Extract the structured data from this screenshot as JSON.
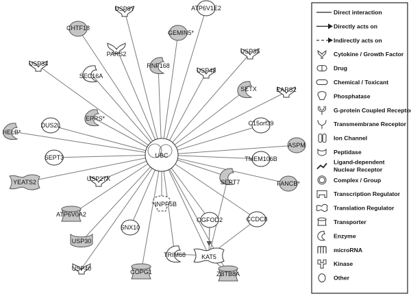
{
  "center": {
    "id": "UBC",
    "label": "UBC"
  },
  "nodes": [
    {
      "id": "USP9Y",
      "label": "USP9Y",
      "shape": "cytokine",
      "fill": "white"
    },
    {
      "id": "ATP6V1E2",
      "label": "ATP6V1E2",
      "shape": "other",
      "fill": "white"
    },
    {
      "id": "CHTF18",
      "label": "CHTF18",
      "shape": "other",
      "fill": "gray"
    },
    {
      "id": "GEMIN5",
      "label": "GEMIN5*",
      "shape": "other",
      "fill": "gray"
    },
    {
      "id": "PARS2",
      "label": "PARS2",
      "shape": "cytokine",
      "fill": "white"
    },
    {
      "id": "USP35",
      "label": "USP35",
      "shape": "cytokine",
      "fill": "white"
    },
    {
      "id": "USP34",
      "label": "USP34",
      "shape": "cytokine",
      "fill": "white"
    },
    {
      "id": "RNF168",
      "label": "RNF168",
      "shape": "enzyme",
      "fill": "gray"
    },
    {
      "id": "SEC16A",
      "label": "SEC16A",
      "shape": "enzyme",
      "fill": "white"
    },
    {
      "id": "USP48",
      "label": "USP48",
      "shape": "cytokine",
      "fill": "white"
    },
    {
      "id": "SETX",
      "label": "SETX",
      "shape": "enzyme",
      "fill": "gray"
    },
    {
      "id": "EARS2",
      "label": "EARS2",
      "shape": "cytokine",
      "fill": "white"
    },
    {
      "id": "EPRS",
      "label": "EPRS*",
      "shape": "enzyme",
      "fill": "gray"
    },
    {
      "id": "HELB",
      "label": "HELB*",
      "shape": "enzyme",
      "fill": "gray"
    },
    {
      "id": "DUS2L",
      "label": "DUS2L",
      "shape": "other",
      "fill": "white"
    },
    {
      "id": "C15orf39",
      "label": "C15orf39",
      "shape": "other",
      "fill": "white"
    },
    {
      "id": "ASPM",
      "label": "ASPM",
      "shape": "other",
      "fill": "gray"
    },
    {
      "id": "SEPT3",
      "label": "SEPT3",
      "shape": "other",
      "fill": "white"
    },
    {
      "id": "TMEM106B",
      "label": "TMEM106B",
      "shape": "other",
      "fill": "white"
    },
    {
      "id": "YEATS2",
      "label": "YEATS2",
      "shape": "translation",
      "fill": "gray"
    },
    {
      "id": "USP27X",
      "label": "USP27X",
      "shape": "cytokine",
      "fill": "white"
    },
    {
      "id": "SEPT7",
      "label": "SEPT7",
      "shape": "enzyme",
      "fill": "gray"
    },
    {
      "id": "FANCB",
      "label": "FANCB*",
      "shape": "other",
      "fill": "gray"
    },
    {
      "id": "ATP6V0A2",
      "label": "ATP6V0A2",
      "shape": "transporter",
      "fill": "gray"
    },
    {
      "id": "INPP5B",
      "label": "INPP5B",
      "shape": "phosphatase",
      "fill": "white"
    },
    {
      "id": "OGFOD2",
      "label": "OGFOD2",
      "shape": "other",
      "fill": "white"
    },
    {
      "id": "CCDC8",
      "label": "CCDC8",
      "shape": "other",
      "fill": "white"
    },
    {
      "id": "SNX10",
      "label": "SNX10",
      "shape": "other",
      "fill": "white"
    },
    {
      "id": "USP30",
      "label": "USP30",
      "shape": "peptidase",
      "fill": "gray"
    },
    {
      "id": "KAT5",
      "label": "KAT5",
      "shape": "translation",
      "fill": "white"
    },
    {
      "id": "TRIM68",
      "label": "TRIM68",
      "shape": "enzyme",
      "fill": "white"
    },
    {
      "id": "USP40",
      "label": "USP40",
      "shape": "cytokine",
      "fill": "white"
    },
    {
      "id": "COPG1",
      "label": "COPG1",
      "shape": "transporter",
      "fill": "gray"
    },
    {
      "id": "ZBTB8A",
      "label": "ZBTB8A",
      "shape": "transporter",
      "fill": "gray"
    }
  ],
  "edges": [
    [
      "UBC",
      "USP9Y"
    ],
    [
      "UBC",
      "ATP6V1E2"
    ],
    [
      "UBC",
      "CHTF18"
    ],
    [
      "UBC",
      "GEMIN5"
    ],
    [
      "UBC",
      "PARS2"
    ],
    [
      "UBC",
      "USP35"
    ],
    [
      "UBC",
      "USP34"
    ],
    [
      "UBC",
      "RNF168"
    ],
    [
      "UBC",
      "SEC16A"
    ],
    [
      "UBC",
      "USP48"
    ],
    [
      "UBC",
      "SETX"
    ],
    [
      "UBC",
      "EARS2"
    ],
    [
      "UBC",
      "EPRS"
    ],
    [
      "UBC",
      "HELB"
    ],
    [
      "UBC",
      "DUS2L"
    ],
    [
      "UBC",
      "C15orf39"
    ],
    [
      "UBC",
      "ASPM"
    ],
    [
      "UBC",
      "SEPT3"
    ],
    [
      "UBC",
      "TMEM106B"
    ],
    [
      "UBC",
      "YEATS2"
    ],
    [
      "UBC",
      "USP27X"
    ],
    [
      "UBC",
      "SEPT7"
    ],
    [
      "UBC",
      "FANCB"
    ],
    [
      "UBC",
      "ATP6V0A2"
    ],
    [
      "UBC",
      "INPP5B"
    ],
    [
      "UBC",
      "OGFOD2"
    ],
    [
      "UBC",
      "CCDC8"
    ],
    [
      "UBC",
      "SNX10"
    ],
    [
      "UBC",
      "USP30"
    ],
    [
      "UBC",
      "KAT5"
    ],
    [
      "UBC",
      "TRIM68"
    ],
    [
      "UBC",
      "USP40"
    ],
    [
      "UBC",
      "COPG1"
    ],
    [
      "UBC",
      "ZBTB8A"
    ],
    [
      "KAT5",
      "CCDC8"
    ],
    [
      "KAT5",
      "ZBTB8A"
    ],
    [
      "KAT5",
      "TRIM68"
    ],
    [
      "KAT5",
      "OGFOD2"
    ],
    [
      "KAT5",
      "SEPT7"
    ]
  ],
  "directed_edges": [
    [
      "OGFOD2",
      "KAT5"
    ]
  ],
  "legend": [
    {
      "icon": "line-solid",
      "label": "Direct interaction"
    },
    {
      "icon": "arrow-solid",
      "label": "Directly acts on"
    },
    {
      "icon": "arrow-dashed",
      "label": "Indirectly acts on"
    },
    {
      "icon": "cytokine",
      "label": "Cytokine / Growth Factor"
    },
    {
      "icon": "drug",
      "label": "Drug"
    },
    {
      "icon": "chemical",
      "label": "Chemical / Toxicant"
    },
    {
      "icon": "phosphatase",
      "label": "Phosphatase"
    },
    {
      "icon": "gpcr",
      "label": "G-protein Coupled Receptor"
    },
    {
      "icon": "transmembrane",
      "label": "Transmembrane Receptor"
    },
    {
      "icon": "ion-channel",
      "label": "Ion Channel"
    },
    {
      "icon": "peptidase",
      "label": "Peptidase"
    },
    {
      "icon": "nuclear-receptor",
      "label": "Ligand-dependent Nuclear Receptor"
    },
    {
      "icon": "complex",
      "label": "Complex / Group"
    },
    {
      "icon": "transcription",
      "label": "Transcription Regulator"
    },
    {
      "icon": "translation",
      "label": "Translation Regulator"
    },
    {
      "icon": "transporter",
      "label": "Transporter"
    },
    {
      "icon": "enzyme",
      "label": "Enzyme"
    },
    {
      "icon": "microrna",
      "label": "microRNA"
    },
    {
      "icon": "kinase",
      "label": "Kinase"
    },
    {
      "icon": "other",
      "label": "Other"
    }
  ],
  "colors": {
    "highlight": "#c6c6c6",
    "edge": "#7a7a7a",
    "stroke": "#333333"
  }
}
